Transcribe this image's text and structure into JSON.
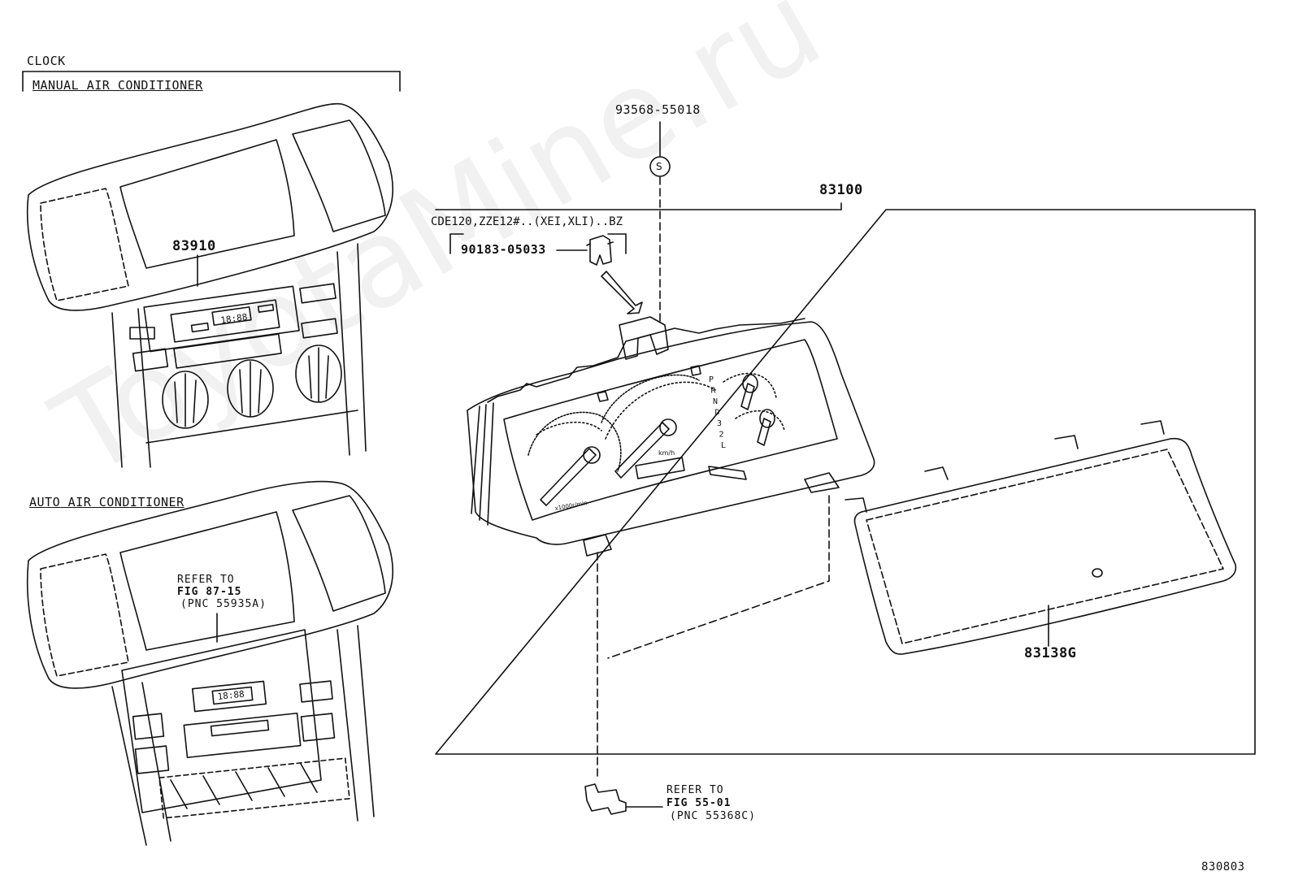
{
  "clock_section": {
    "heading": "CLOCK",
    "manual_ac_label": "MANUAL AIR CONDITIONER",
    "manual_clock_part": "83910",
    "auto_ac_label": "AUTO AIR CONDITIONER",
    "auto_refer": [
      "REFER TO",
      "FIG 87-15",
      "(PNC 55935A)"
    ],
    "clock_display": "18:88"
  },
  "meter_section": {
    "bulb_part": "93568-55018",
    "symbol_s": "S",
    "meter_part": "83100",
    "variant_note": "CDE120,ZZE12#..(XEI,XLI)..BZ",
    "clip_part": "90183-05033",
    "glass_part": "83138G",
    "bracket_refer": [
      "REFER TO",
      "FIG 55-01",
      "(PNC 55368C)"
    ],
    "gear_letters": [
      "P",
      "R",
      "N",
      "D",
      "3",
      "2",
      "L"
    ],
    "speed_unit": "km/h",
    "tach_unit": "x1000r/min"
  },
  "watermark": "ToyotaMine.ru",
  "figure_id": "830803"
}
